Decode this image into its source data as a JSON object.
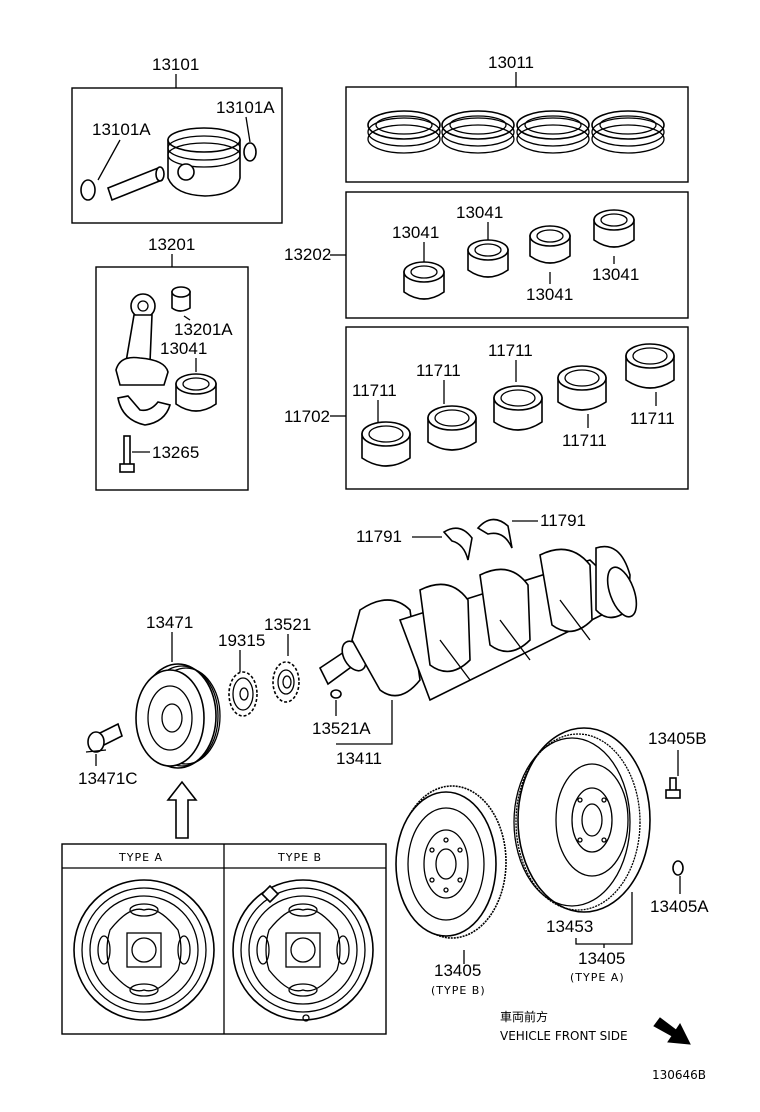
{
  "labels": {
    "piston_assy": "13101",
    "piston_ring_left": "13101A",
    "piston_ring_right": "13101A",
    "ring_set": "13011",
    "conrod_assy": "13201",
    "conrod_bushing": "13201A",
    "conrod_bearing": "13041",
    "conrod_bolt": "13265",
    "conrod_bearing_set": "13202",
    "bearing_a": "13041",
    "bearing_b": "13041",
    "bearing_c": "13041",
    "bearing_d": "13041",
    "main_bearing_set": "11702",
    "main_a": "11711",
    "main_b": "11711",
    "main_c": "11711",
    "main_d": "11711",
    "main_e": "11711",
    "thrust_left": "11791",
    "thrust_right": "11791",
    "pulley": "13471",
    "sprocket": "19315",
    "gear": "13521",
    "key": "13521A",
    "crankshaft": "13411",
    "pulley_bolt": "13471C",
    "flywheel_bolt": "13405B",
    "flywheel_pin": "13405A",
    "ring_gear": "13453",
    "flywheel_a": "13405",
    "flywheel_a_type": "(TYPE A)",
    "flywheel_b": "13405",
    "flywheel_b_type": "(TYPE B)"
  },
  "type_panel": {
    "type_a": "TYPE A",
    "type_b": "TYPE B"
  },
  "direction": {
    "japanese": "車両前方",
    "english": "VEHICLE FRONT SIDE"
  },
  "figure_id": "130646B"
}
